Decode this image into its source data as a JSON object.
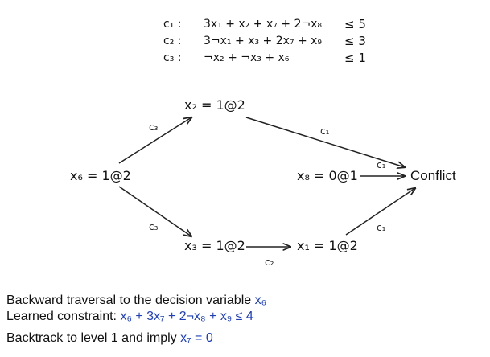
{
  "constraints": [
    {
      "name": "c₁ :",
      "expr": "3x₁ + x₂ + x₇ + 2¬x₈",
      "rhs": "≤ 5"
    },
    {
      "name": "c₂ :",
      "expr": "3¬x₁ + x₃ + 2x₇ + x₉",
      "rhs": "≤ 3"
    },
    {
      "name": "c₃ :",
      "expr": "¬x₂ + ¬x₃ + x₆",
      "rhs": "≤ 1"
    }
  ],
  "graph": {
    "nodes": {
      "x6": "x₆ = 1@2",
      "x2": "x₂ = 1@2",
      "x3": "x₃ = 1@2",
      "x1": "x₁ = 1@2",
      "x8": "x₈ = 0@1",
      "conflict": "Conflict"
    },
    "edge_labels": {
      "x6_x2": "c₃",
      "x6_x3": "c₃",
      "x2_conflict": "c₁",
      "x8_conflict": "c₁",
      "x1_conflict": "c₁",
      "x3_x1": "c₂"
    }
  },
  "summary": {
    "line1_text": "Backward traversal to the decision variable",
    "line1_math": "x₆",
    "line2_text": "Learned constraint:",
    "line2_math": "x₆ + 3x₇ + 2¬x₈ + x₉ ≤ 4",
    "line3_text": "Backtrack to level 1 and imply",
    "line3_math": "x₇ = 0"
  },
  "colors": {
    "text": "#111111",
    "math_highlight": "#1d3fbf",
    "edge": "#222222"
  }
}
